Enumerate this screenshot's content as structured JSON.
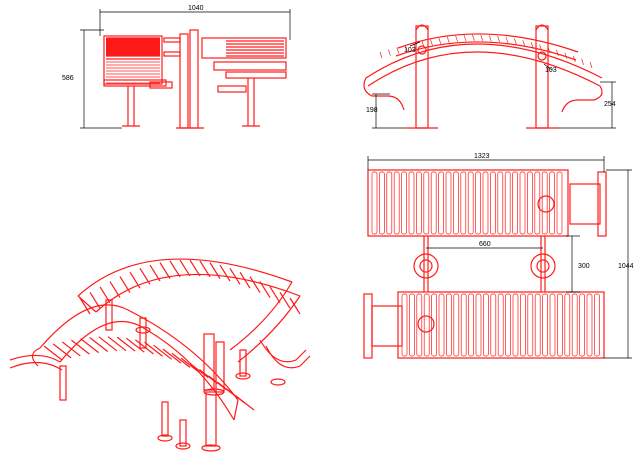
{
  "dimensions": {
    "side_width": "1040",
    "side_height": "586",
    "front_top_left": "103",
    "front_top_right": "103",
    "front_left_height": "198",
    "front_right_height": "254",
    "top_length": "1323",
    "top_spacing": "660",
    "top_gap": "300",
    "top_depth": "1044"
  },
  "colors": {
    "line": "#ff1a1a",
    "dimension": "#000000",
    "background": "#ffffff"
  }
}
